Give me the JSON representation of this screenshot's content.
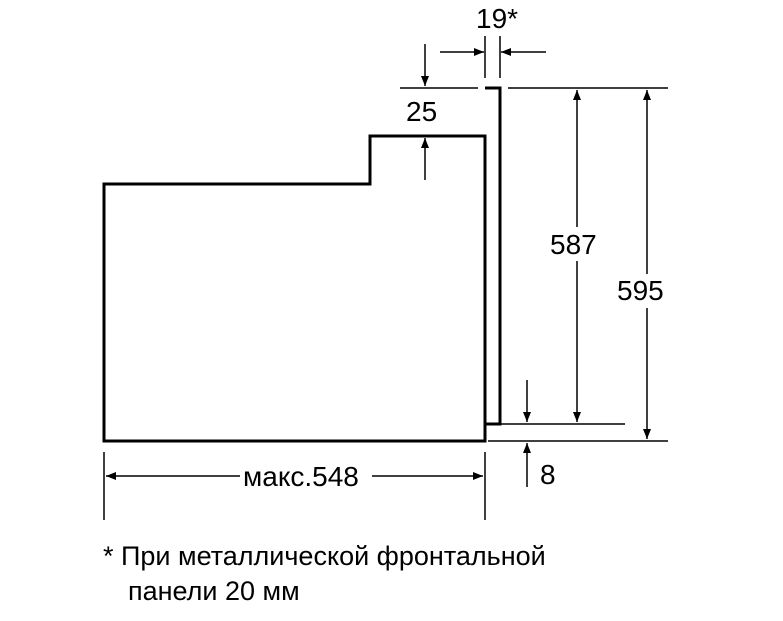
{
  "dimensions": {
    "front_panel_thickness": "19*",
    "top_step": "25",
    "inner_height": "587",
    "total_height": "595",
    "bottom_offset": "8",
    "max_depth": "макс.548"
  },
  "footnote": {
    "line1": "* При металлической фронтальной",
    "line2": "панели 20 мм"
  },
  "colors": {
    "line": "#000000",
    "background": "#ffffff"
  }
}
